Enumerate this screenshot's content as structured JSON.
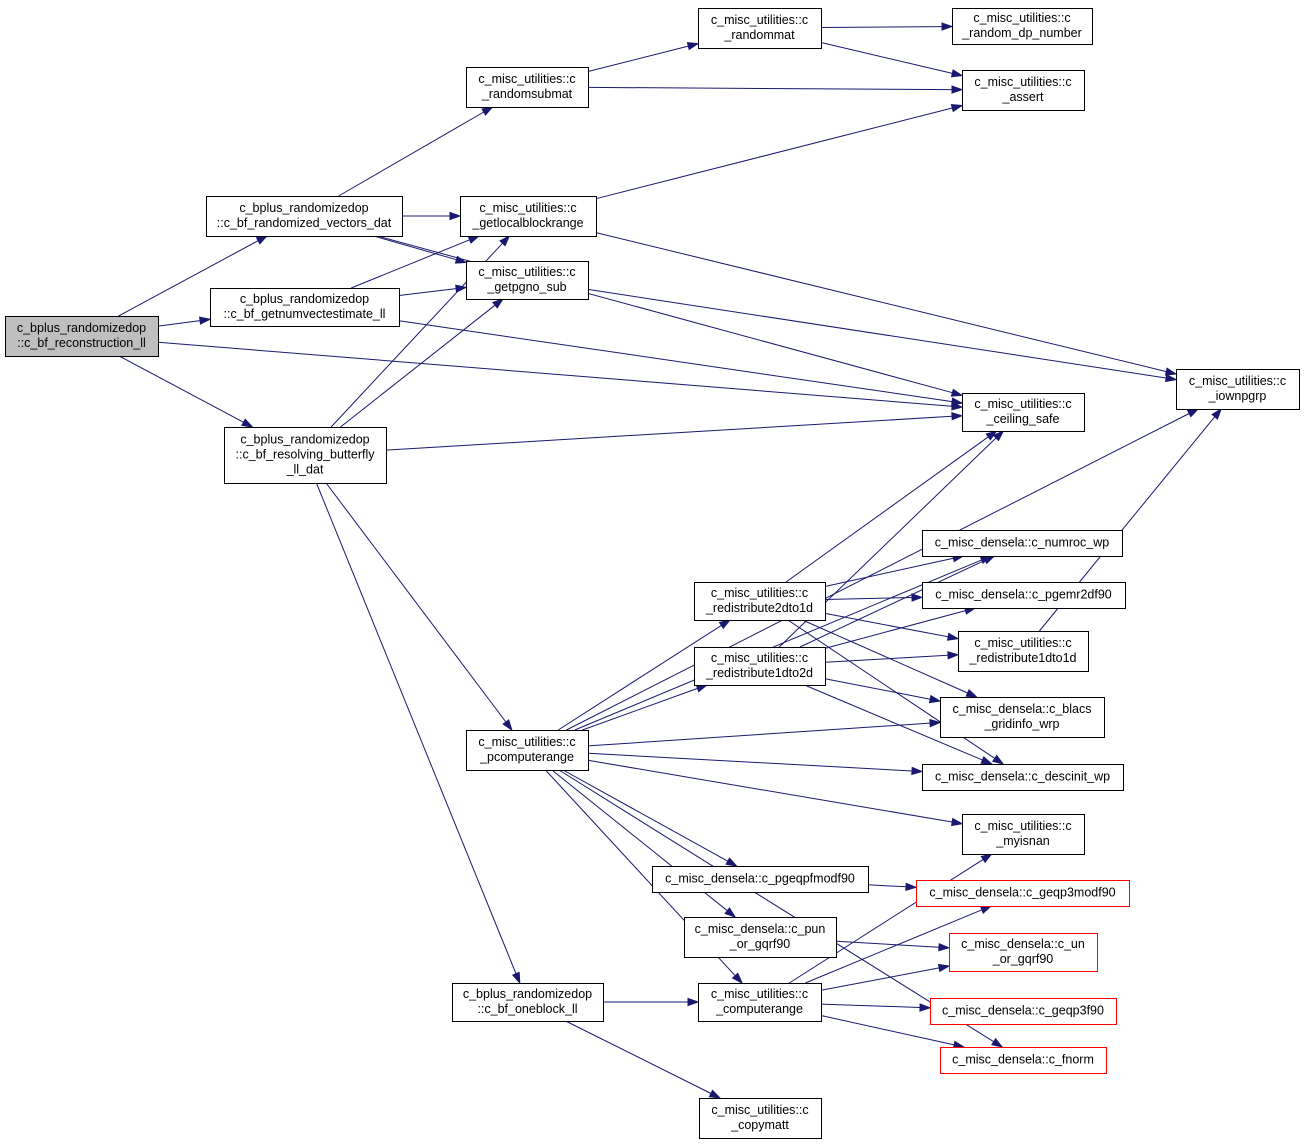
{
  "colors": {
    "edge": "#191970",
    "root_fill": "#bfbfbf",
    "truncated_border": "#ff0000"
  },
  "nodes": [
    {
      "id": "recon",
      "lines": [
        "c_bplus_randomizedop",
        "::c_bf_reconstruction_ll"
      ],
      "root": true
    },
    {
      "id": "rvd",
      "lines": [
        "c_bplus_randomizedop",
        "::c_bf_randomized_vectors_dat"
      ]
    },
    {
      "id": "gnve",
      "lines": [
        "c_bplus_randomizedop",
        "::c_bf_getnumvectestimate_ll"
      ]
    },
    {
      "id": "rbd",
      "lines": [
        "c_bplus_randomizedop",
        "::c_bf_resolving_butterfly",
        "_ll_dat"
      ]
    },
    {
      "id": "obl",
      "lines": [
        "c_bplus_randomizedop",
        "::c_bf_oneblock_ll"
      ]
    },
    {
      "id": "rsm",
      "lines": [
        "c_misc_utilities::c",
        "_randomsubmat"
      ]
    },
    {
      "id": "rm",
      "lines": [
        "c_misc_utilities::c",
        "_randommat"
      ]
    },
    {
      "id": "rdp",
      "lines": [
        "c_misc_utilities::c",
        "_random_dp_number"
      ]
    },
    {
      "id": "assert",
      "lines": [
        "c_misc_utilities::c",
        "_assert"
      ]
    },
    {
      "id": "glb",
      "lines": [
        "c_misc_utilities::c",
        "_getlocalblockrange"
      ]
    },
    {
      "id": "gps",
      "lines": [
        "c_misc_utilities::c",
        "_getpgno_sub"
      ]
    },
    {
      "id": "iown",
      "lines": [
        "c_misc_utilities::c",
        "_iownpgrp"
      ]
    },
    {
      "id": "ceil",
      "lines": [
        "c_misc_utilities::c",
        "_ceiling_safe"
      ]
    },
    {
      "id": "numroc",
      "lines": [
        "c_misc_densela::c_numroc_wp"
      ]
    },
    {
      "id": "r2d1d",
      "lines": [
        "c_misc_utilities::c",
        "_redistribute2dto1d"
      ]
    },
    {
      "id": "pgemr",
      "lines": [
        "c_misc_densela::c_pgemr2df90"
      ]
    },
    {
      "id": "r1d2d",
      "lines": [
        "c_misc_utilities::c",
        "_redistribute1dto2d"
      ]
    },
    {
      "id": "r1d1d",
      "lines": [
        "c_misc_utilities::c",
        "_redistribute1dto1d"
      ]
    },
    {
      "id": "blacs",
      "lines": [
        "c_misc_densela::c_blacs",
        "_gridinfo_wrp"
      ]
    },
    {
      "id": "pcr",
      "lines": [
        "c_misc_utilities::c",
        "_pcomputerange"
      ]
    },
    {
      "id": "descinit",
      "lines": [
        "c_misc_densela::c_descinit_wp"
      ]
    },
    {
      "id": "myisnan",
      "lines": [
        "c_misc_utilities::c",
        "_myisnan"
      ]
    },
    {
      "id": "pgeqpf",
      "lines": [
        "c_misc_densela::c_pgeqpfmodf90"
      ]
    },
    {
      "id": "geqp3m",
      "lines": [
        "c_misc_densela::c_geqp3modf90"
      ],
      "truncated": true
    },
    {
      "id": "pun",
      "lines": [
        "c_misc_densela::c_pun",
        "_or_gqrf90"
      ]
    },
    {
      "id": "un",
      "lines": [
        "c_misc_densela::c_un",
        "_or_gqrf90"
      ],
      "truncated": true
    },
    {
      "id": "cr",
      "lines": [
        "c_misc_utilities::c",
        "_computerange"
      ]
    },
    {
      "id": "geqp3",
      "lines": [
        "c_misc_densela::c_geqp3f90"
      ],
      "truncated": true
    },
    {
      "id": "fnorm",
      "lines": [
        "c_misc_densela::c_fnorm"
      ],
      "truncated": true
    },
    {
      "id": "copy",
      "lines": [
        "c_misc_utilities::c",
        "_copymatt"
      ]
    }
  ],
  "edges": [
    [
      "recon",
      "rvd"
    ],
    [
      "recon",
      "gnve"
    ],
    [
      "recon",
      "ceil"
    ],
    [
      "recon",
      "rbd"
    ],
    [
      "rvd",
      "rsm"
    ],
    [
      "rvd",
      "glb"
    ],
    [
      "rvd",
      "gps"
    ],
    [
      "rvd",
      "ceil"
    ],
    [
      "rsm",
      "rm"
    ],
    [
      "rsm",
      "assert"
    ],
    [
      "rm",
      "rdp"
    ],
    [
      "rm",
      "assert"
    ],
    [
      "glb",
      "assert"
    ],
    [
      "glb",
      "iown"
    ],
    [
      "gps",
      "iown"
    ],
    [
      "gnve",
      "glb"
    ],
    [
      "gnve",
      "gps"
    ],
    [
      "gnve",
      "ceil"
    ],
    [
      "rbd",
      "glb"
    ],
    [
      "rbd",
      "gps"
    ],
    [
      "rbd",
      "ceil"
    ],
    [
      "rbd",
      "pcr"
    ],
    [
      "rbd",
      "obl"
    ],
    [
      "pcr",
      "iown"
    ],
    [
      "pcr",
      "numroc"
    ],
    [
      "pcr",
      "r2d1d"
    ],
    [
      "pcr",
      "r1d2d"
    ],
    [
      "pcr",
      "blacs"
    ],
    [
      "pcr",
      "descinit"
    ],
    [
      "pcr",
      "myisnan"
    ],
    [
      "pcr",
      "pgeqpf"
    ],
    [
      "pcr",
      "pun"
    ],
    [
      "pcr",
      "cr"
    ],
    [
      "pcr",
      "fnorm"
    ],
    [
      "r2d1d",
      "ceil"
    ],
    [
      "r2d1d",
      "numroc"
    ],
    [
      "r2d1d",
      "pgemr"
    ],
    [
      "r2d1d",
      "r1d1d"
    ],
    [
      "r2d1d",
      "blacs"
    ],
    [
      "r2d1d",
      "descinit"
    ],
    [
      "r1d2d",
      "ceil"
    ],
    [
      "r1d2d",
      "numroc"
    ],
    [
      "r1d2d",
      "pgemr"
    ],
    [
      "r1d2d",
      "r1d1d"
    ],
    [
      "r1d2d",
      "blacs"
    ],
    [
      "r1d2d",
      "descinit"
    ],
    [
      "r1d1d",
      "iown"
    ],
    [
      "pgeqpf",
      "geqp3m"
    ],
    [
      "pun",
      "un"
    ],
    [
      "cr",
      "myisnan"
    ],
    [
      "cr",
      "geqp3m"
    ],
    [
      "cr",
      "un"
    ],
    [
      "cr",
      "geqp3"
    ],
    [
      "cr",
      "fnorm"
    ],
    [
      "obl",
      "cr"
    ],
    [
      "obl",
      "copy"
    ]
  ]
}
